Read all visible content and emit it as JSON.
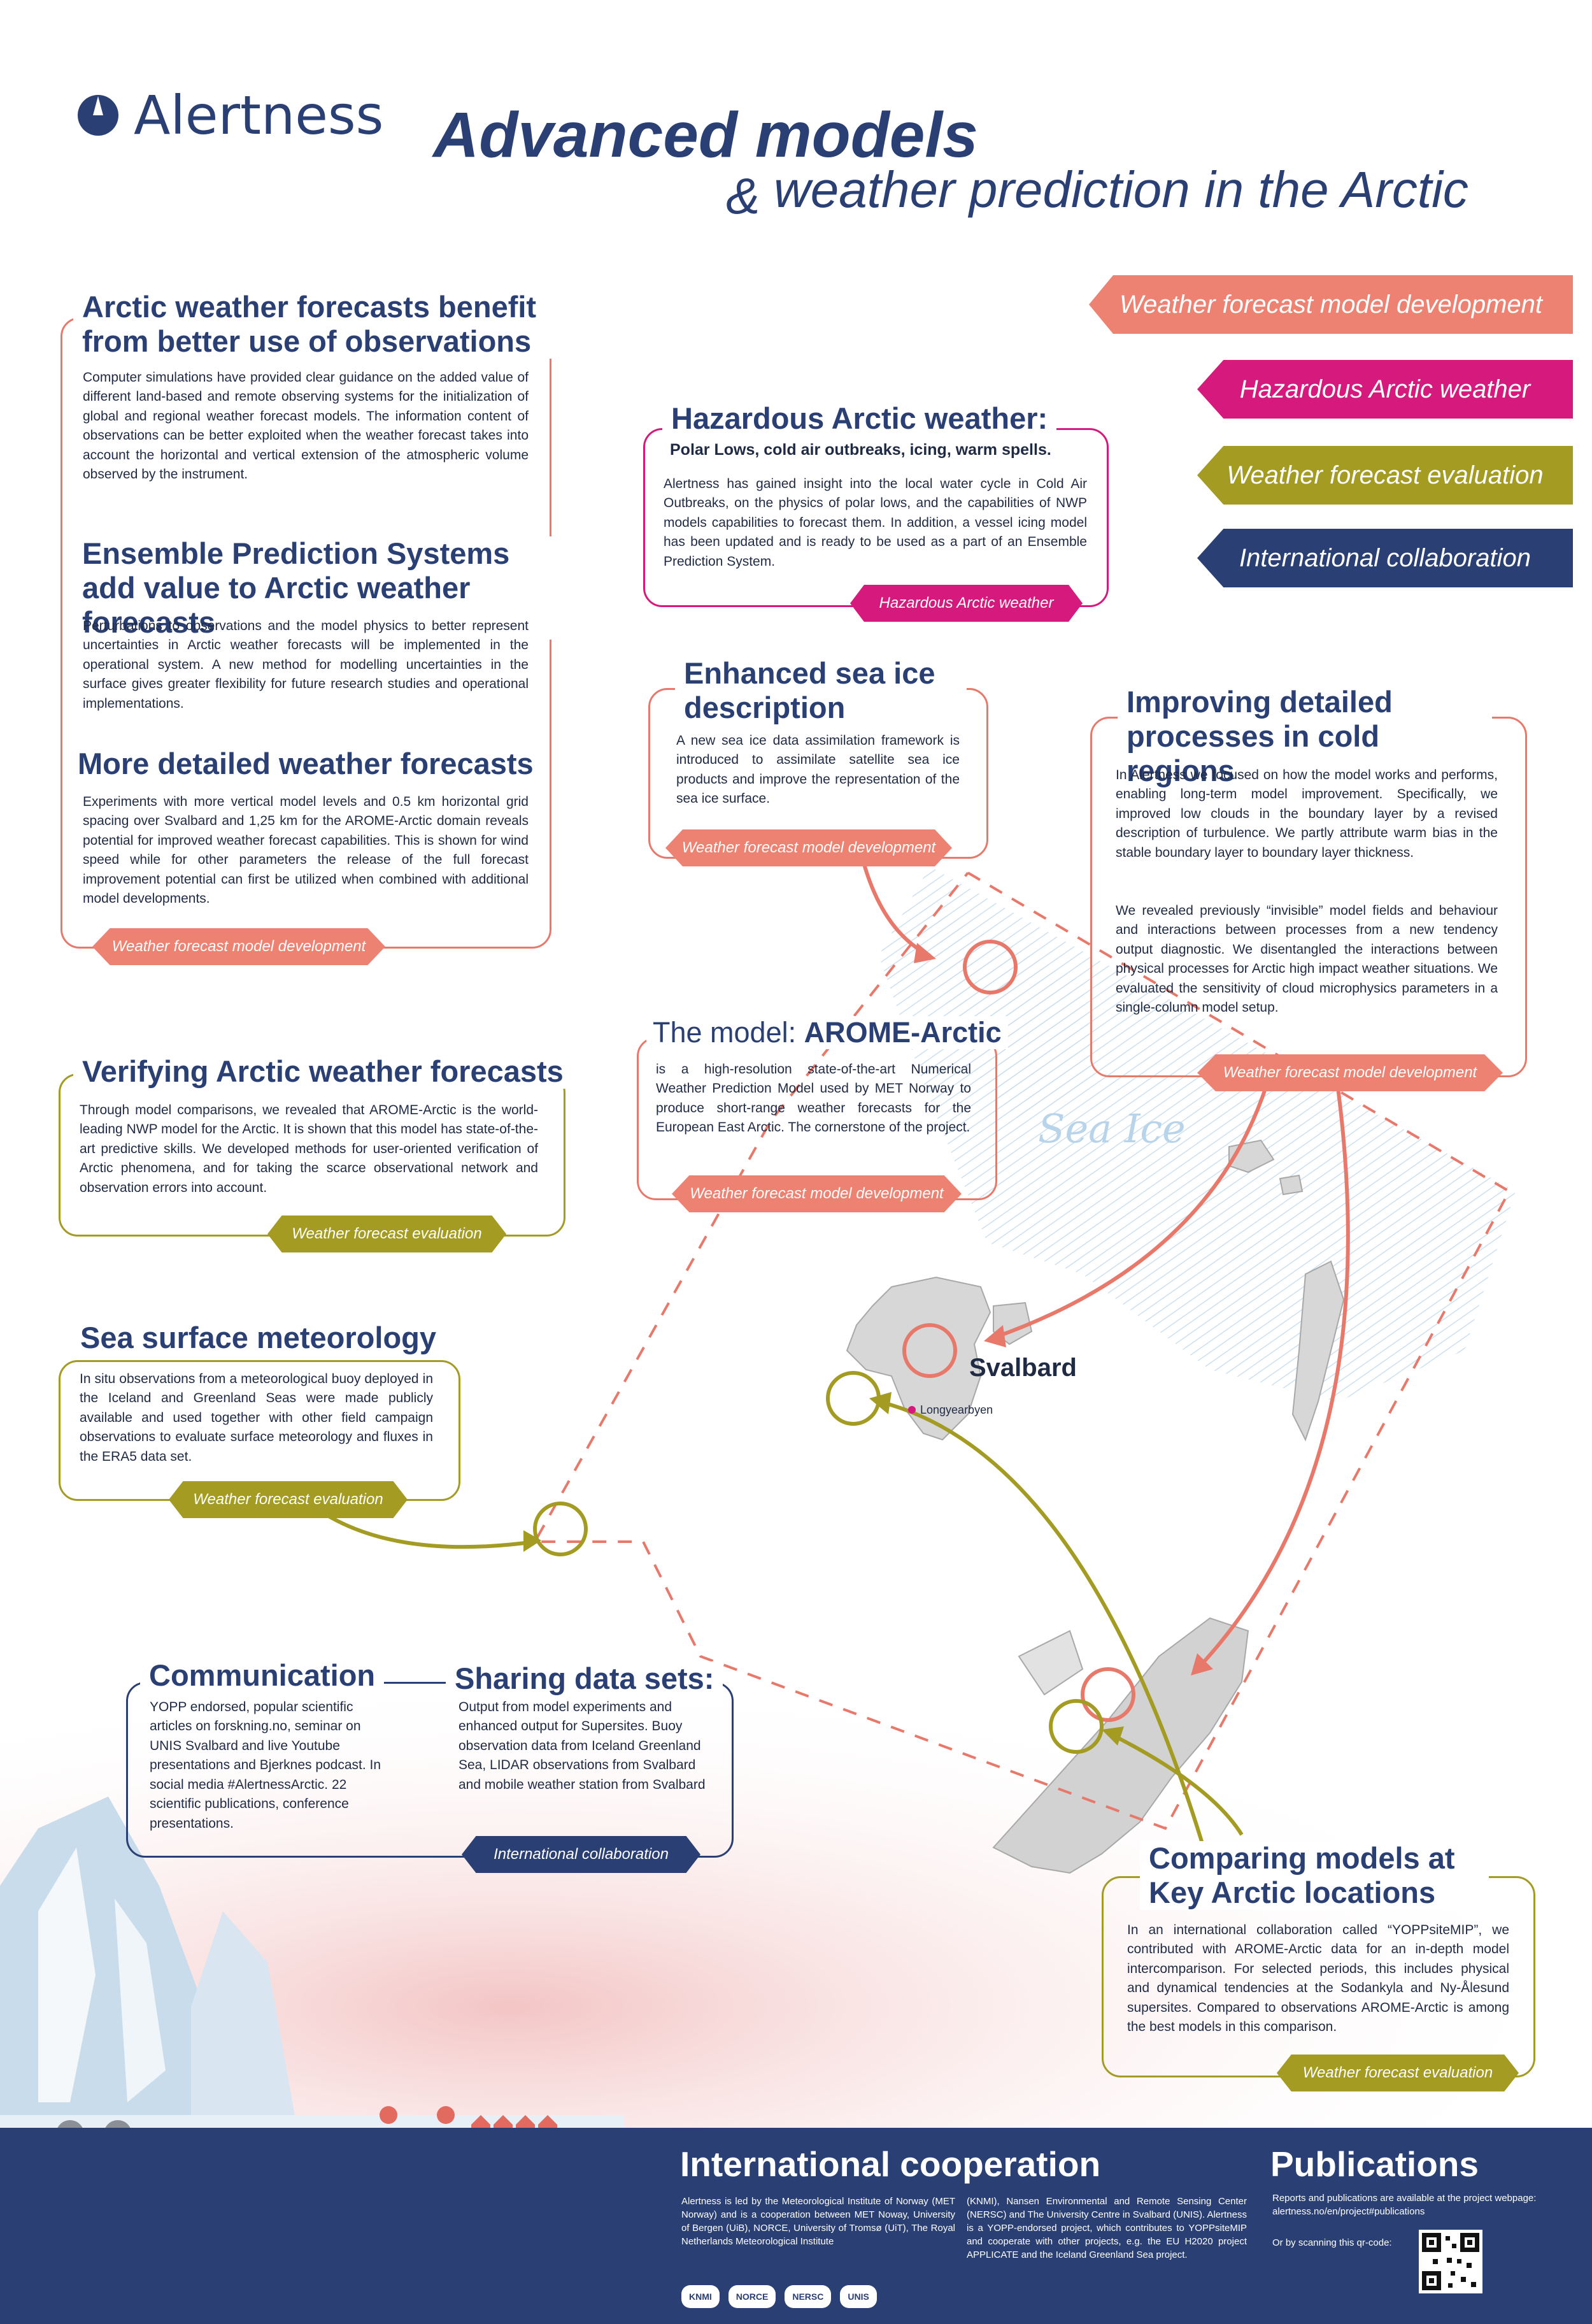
{
  "header": {
    "logo_text": "Alertness",
    "title": "Advanced models",
    "amp": "&",
    "subtitle": "weather prediction in the Arctic"
  },
  "legend": [
    {
      "label": "Weather forecast model development",
      "color": "#ee8272"
    },
    {
      "label": "Hazardous Arctic weather",
      "color": "#d6197d"
    },
    {
      "label": "Weather forecast evaluation",
      "color": "#a39b22"
    },
    {
      "label": "International collaboration",
      "color": "#2a3f73"
    }
  ],
  "sections": {
    "observations": {
      "title": "Arctic weather forecasts benefit from better use of observations",
      "body": "Computer simulations have provided clear guidance on the added value of different land-based and remote observing systems for the initialization of global and regional weather forecast models. The information content of observations can be better exploited when the weather forecast takes into account the horizontal and vertical extension of the atmospheric volume observed by the instrument."
    },
    "ensemble": {
      "title": "Ensemble Prediction Systems add value to Arctic weather forecasts",
      "body": "Perturbations to observations and the model physics to better represent uncertainties in Arctic weather forecasts will be implemented in the operational system. A new method for modelling uncertainties in the surface gives greater flexibility for future research studies and operational implementations."
    },
    "detailed": {
      "title": "More detailed weather forecasts",
      "body": "Experiments with more vertical model levels and 0.5 km horizontal grid spacing over Svalbard and 1,25 km for the AROME-Arctic domain reveals potential for improved weather forecast capabilities. This is shown for wind speed while for other parameters the release of the full forecast improvement potential can first be utilized when combined with additional model developments.",
      "tag": "Weather forecast model development"
    },
    "verifying": {
      "title": "Verifying Arctic weather forecasts",
      "body": "Through model comparisons, we revealed that AROME-Arctic is the world-leading NWP model for the Arctic. It is shown that this model has state-of-the-art predictive skills. We developed methods for user-oriented verification of Arctic phenomena, and for taking the scarce observational network and observation errors into account.",
      "tag": "Weather forecast evaluation"
    },
    "sea_surface": {
      "title": "Sea surface meteorology",
      "body": "In situ observations from a meteorological buoy deployed in the Iceland and Greenland Seas were made publicly available and used together with other field campaign observations to evaluate surface meteorology and fluxes in the ERA5 data set.",
      "tag": "Weather forecast evaluation"
    },
    "hazardous": {
      "title": "Hazardous Arctic weather:",
      "subtitle": "Polar Lows, cold air outbreaks, icing, warm spells.",
      "body": "Alertness has gained insight into the local water cycle in Cold Air Outbreaks, on the physics of polar lows, and the capabilities of NWP models capabilities to forecast them. In addition, a vessel icing model has been updated and is ready to be used as a part of an Ensemble Prediction System.",
      "tag": "Hazardous Arctic weather"
    },
    "sea_ice": {
      "title": "Enhanced sea ice description",
      "body": "A new sea ice data assimilation framework is introduced to assimilate satellite sea ice products and improve the representation of the sea ice surface.",
      "tag": "Weather forecast model development"
    },
    "model": {
      "title_prefix": "The model:",
      "title_bold": "AROME-Arctic",
      "body": "is a high-resolution state-of-the-art Numerical Weather Prediction Model used by MET Norway to produce short-range weather forecasts for the European East Arctic. The cornerstone of the project.",
      "tag": "Weather forecast model development"
    },
    "cold_regions": {
      "title": "Improving detailed processes in cold regions",
      "body1": "In Alertness we focused on how the model works and performs, enabling long-term model improvement. Specifically, we improved low clouds in the boundary layer by a revised description of turbulence. We partly attribute warm bias in the stable boundary layer to boundary layer thickness.",
      "body2": "We revealed previously “invisible” model fields and behaviour and interactions between processes from a new tendency output diagnostic. We disentangled the interactions between physical processes for Arctic high impact weather situations. We evaluated the sensitivity of cloud microphysics parameters in a single-column model setup.",
      "tag": "Weather forecast model development"
    },
    "communication": {
      "title": "Communication",
      "body": "YOPP endorsed, popular scientific articles on forskning.no, seminar on UNIS Svalbard and live Youtube presentations and Bjerknes podcast. In social media #AlertnessArctic. 22 scientific publications, conference presentations."
    },
    "sharing": {
      "title": "Sharing data sets:",
      "body": "Output from model experiments and enhanced output for Supersites. Buoy observation data from Iceland Greenland Sea, LIDAR observations from Svalbard and mobile weather station from Svalbard",
      "tag": "International collaboration"
    },
    "comparing": {
      "title": "Comparing models at Key Arctic locations",
      "body": "In an international collaboration called “YOPPsiteMIP”, we contributed with AROME-Arctic data for an in-depth model intercomparison. For selected periods, this includes physical and dynamical tendencies at the Sodankyla and Ny-Ålesund supersites. Compared to observations AROME-Arctic is among the best models in this comparison.",
      "tag": "Weather forecast evaluation"
    }
  },
  "map": {
    "sea_ice_label": "Sea Ice",
    "svalbard_label": "Svalbard",
    "longyearbyen_label": "Longyearbyen"
  },
  "footer": {
    "coop_title": "International cooperation",
    "coop_text_1": "Alertness is led by the Meteorological Institute of Norway (MET Norway) and is a cooperation between MET Noway, University of Bergen (UiB), NORCE, University of Tromsø (UiT), The Royal Netherlands Meteorological Institute",
    "coop_text_2": "(KNMI), Nansen Environmental and Remote Sensing Center (NERSC) and The University Centre in Svalbard (UNIS). Alertness is a YOPP-endorsed project, which contributes to YOPPsiteMIP and cooperate with other projects, e.g. the EU H2020 project APPLICATE and the Iceland Greenland Sea project.",
    "logos": [
      "KNMI",
      "NORCE",
      "NERSC",
      "UNIS"
    ],
    "pub_title": "Publications",
    "pub_text": "Reports and publications are available at the project webpage: alertness.no/en/project#publications",
    "qr_text": "Or by scanning this qr-code:"
  }
}
